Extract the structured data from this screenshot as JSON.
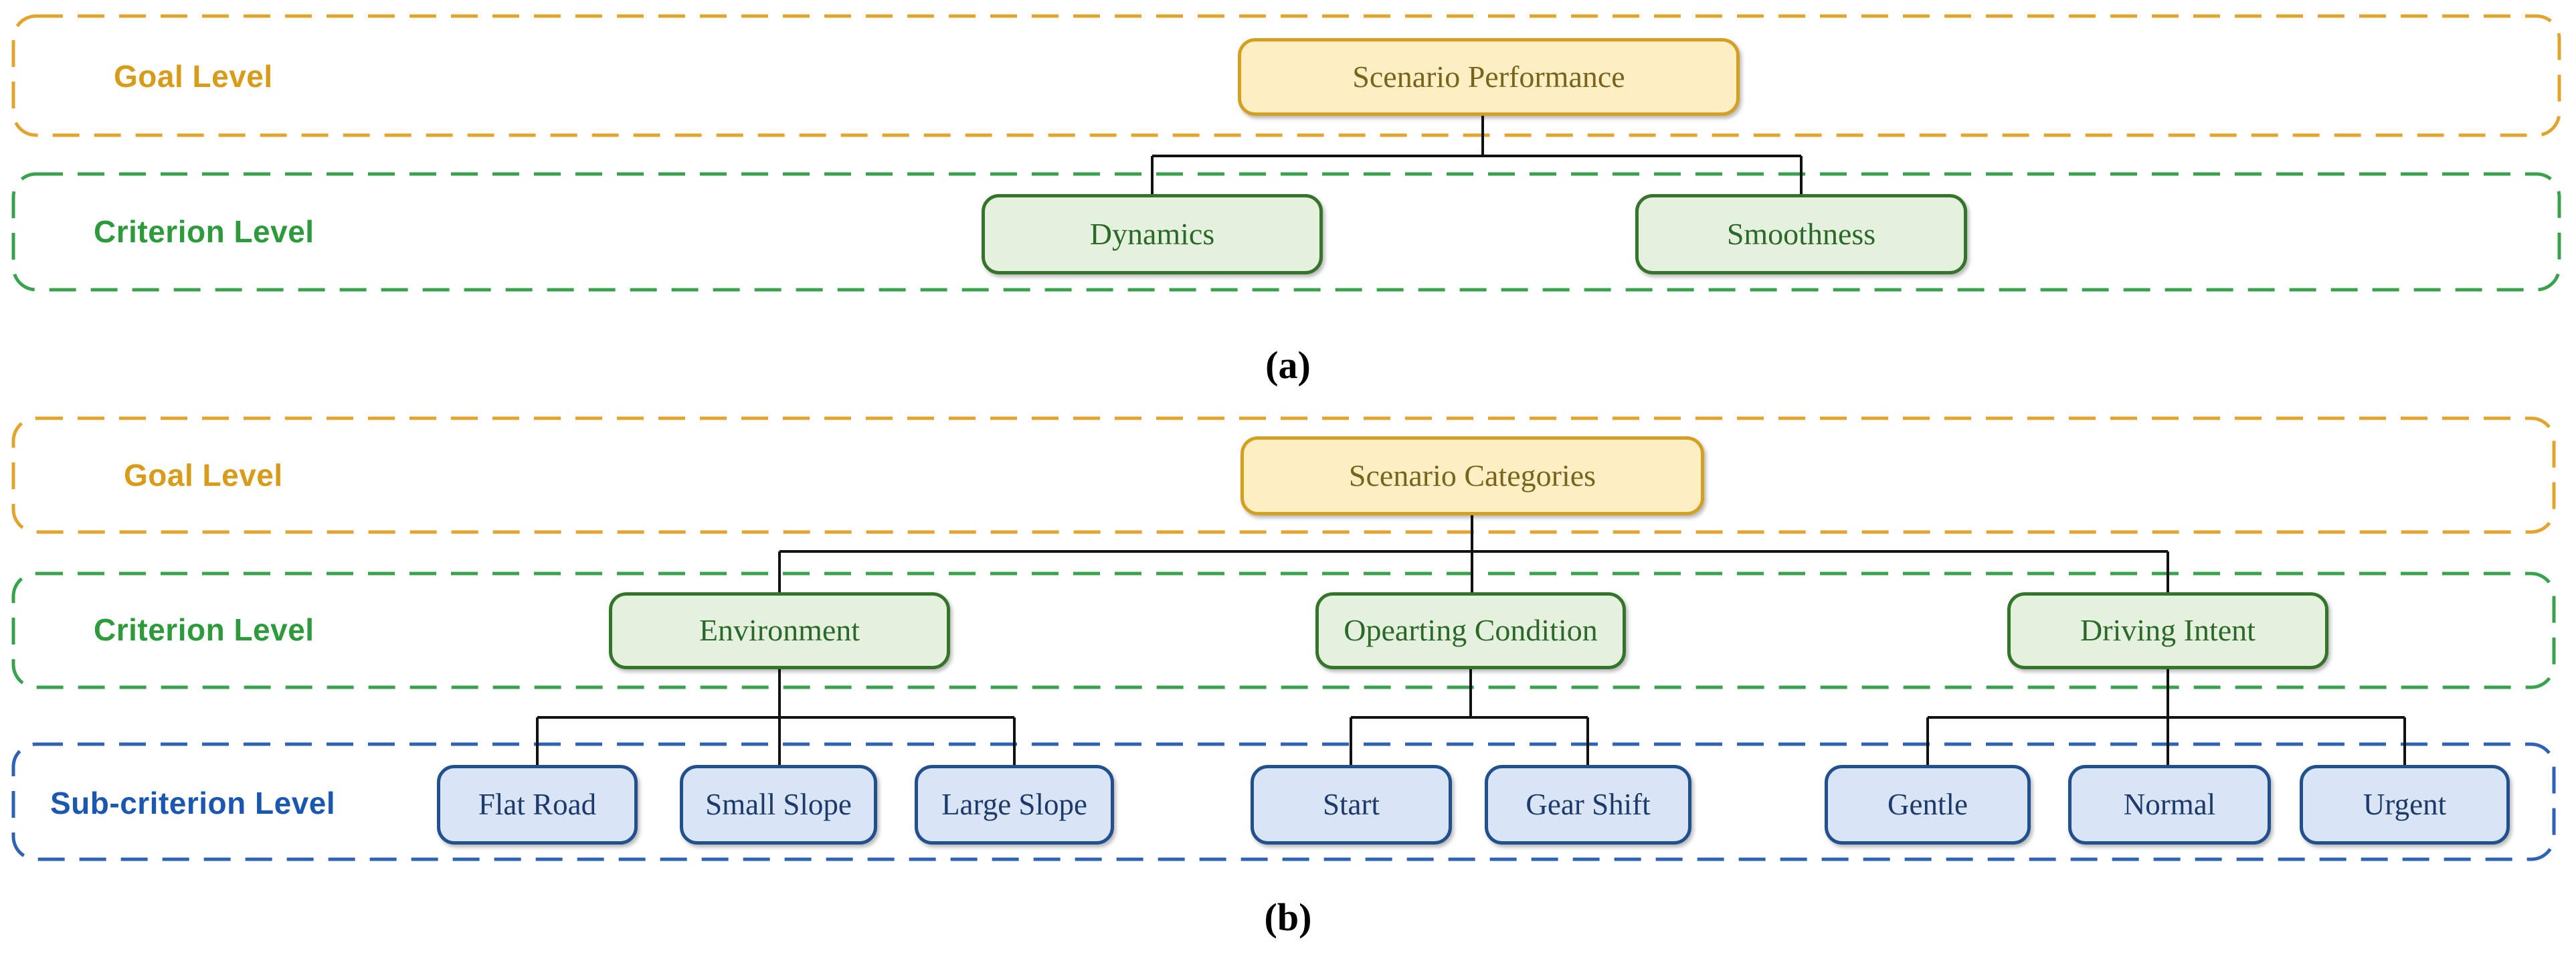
{
  "figure": {
    "type": "ahp-hierarchy-diagram",
    "connector_color": "#111111",
    "background": "#ffffff"
  },
  "colors": {
    "goal_band_dash": "#E2A42C",
    "goal_box_fill": "#FDEFC4",
    "goal_box_border": "#D5A021",
    "goal_text": "#7A641B",
    "goal_label": "#D89C1A",
    "criterion_band_dash": "#38A34C",
    "criterion_box_fill": "#E4F1DD",
    "criterion_box_border": "#35752B",
    "criterion_text": "#2D682B",
    "criterion_label": "#2D9B3C",
    "subcriterion_band_dash": "#2E62B4",
    "subcriterion_box_fill": "#D9E5F5",
    "subcriterion_box_border": "#21508E",
    "subcriterion_text": "#1C3A6B",
    "subcriterion_label": "#1A57B0"
  },
  "section_a": {
    "caption": "(a)",
    "goal_band_label": "Goal Level",
    "criterion_band_label": "Criterion Level",
    "goal": "Scenario Performance",
    "criteria": [
      "Dynamics",
      "Smoothness"
    ]
  },
  "section_b": {
    "caption": "(b)",
    "goal_band_label": "Goal Level",
    "criterion_band_label": "Criterion Level",
    "subcriterion_band_label": "Sub-criterion Level",
    "goal": "Scenario Categories",
    "criteria": [
      {
        "label": "Environment",
        "children": [
          "Flat Road",
          "Small Slope",
          "Large Slope"
        ]
      },
      {
        "label": "Opearting Condition",
        "children": [
          "Start",
          "Gear Shift"
        ]
      },
      {
        "label": "Driving Intent",
        "children": [
          "Gentle",
          "Normal",
          "Urgent"
        ]
      }
    ]
  }
}
